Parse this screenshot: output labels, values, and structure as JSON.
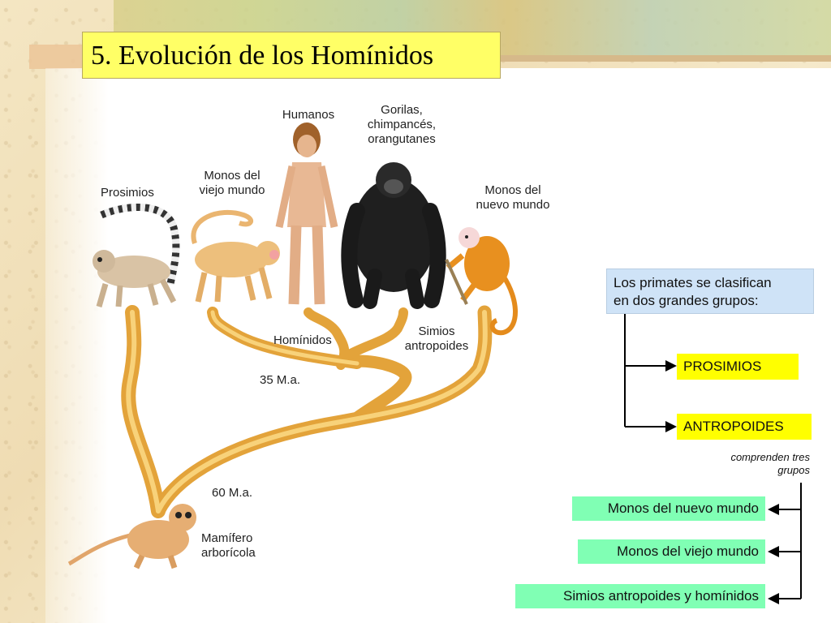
{
  "slide": {
    "title": "5. Evolución de los Homínidos"
  },
  "tree": {
    "labels": {
      "humanos": "Humanos",
      "gorilas": [
        "Gorilas,",
        "chimpancés,",
        "orangutanes"
      ],
      "prosimios": "Prosimios",
      "monos_viejo": [
        "Monos del",
        "viejo mundo"
      ],
      "monos_nuevo": [
        "Monos del",
        "nuevo mundo"
      ],
      "hominidos": "Homínidos",
      "simios": [
        "Simios",
        "antropoides"
      ],
      "ma35": "35 M.a.",
      "ma60": "60 M.a.",
      "mamifero": [
        "Mamífero",
        "arborícola"
      ]
    }
  },
  "classification": {
    "intro": [
      "Los primates se clasifican",
      "en dos grandes grupos:"
    ],
    "group1": "PROSIMIOS",
    "group2": "ANTROPOIDES",
    "note": [
      "comprenden tres",
      "grupos"
    ],
    "subgroups": [
      "Monos del nuevo mundo",
      "Monos del viejo mundo",
      "Simios antropoides y homínidos"
    ]
  },
  "colors": {
    "title_bg": "#ffff66",
    "branch": "#e9ab3a",
    "box_blue": "#cfe3f7",
    "box_yellow": "#ffff00",
    "box_green": "#80ffb4"
  }
}
